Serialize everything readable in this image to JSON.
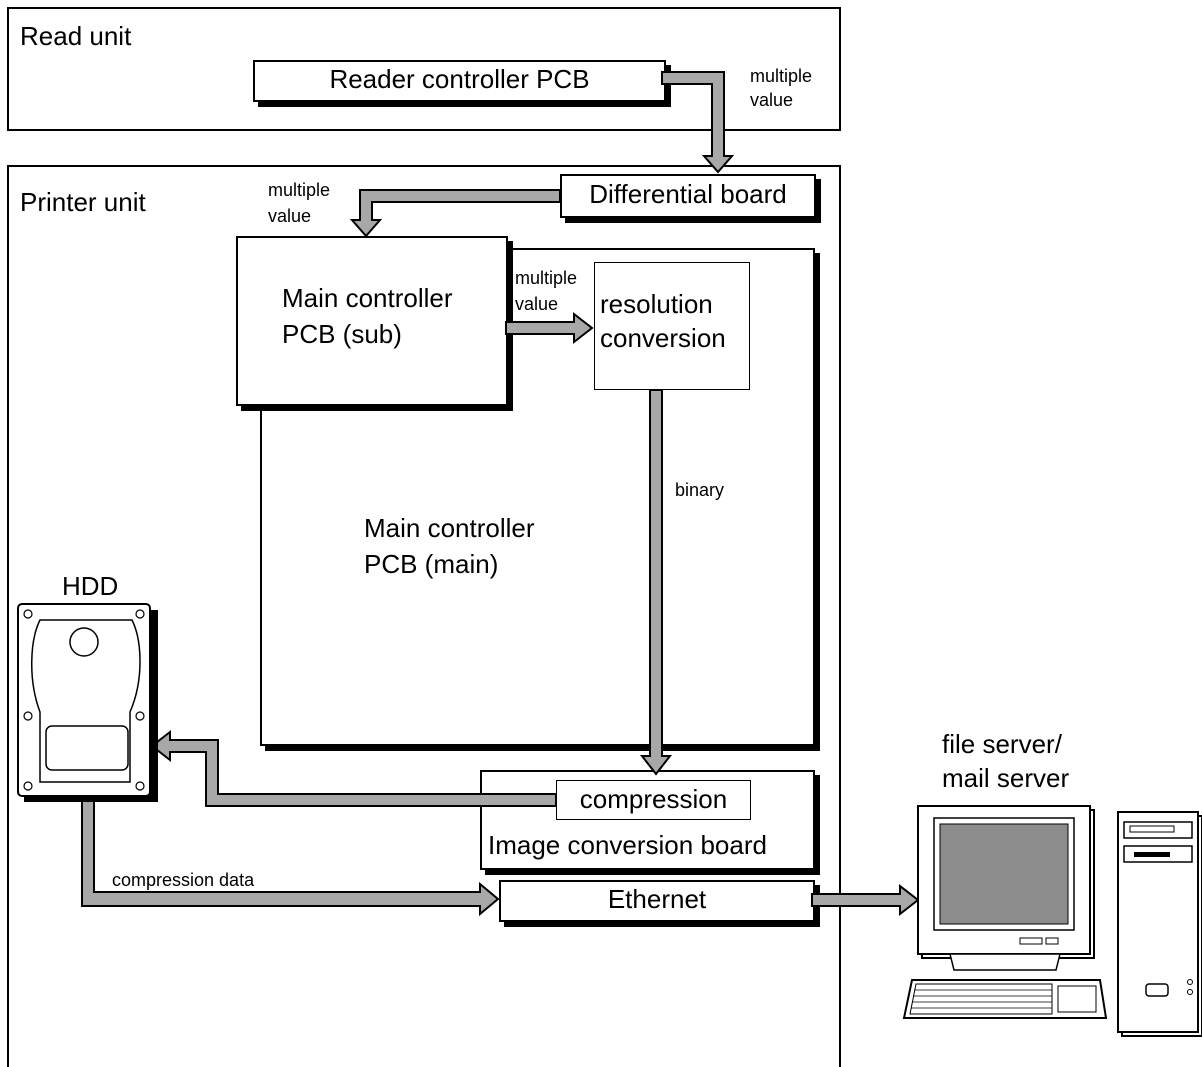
{
  "read_unit": {
    "title": "Read unit",
    "reader_controller": "Reader controller PCB",
    "signal_label": [
      "multiple",
      "value"
    ]
  },
  "printer_unit": {
    "title": "Printer unit",
    "differential_board": "Differential board",
    "signal_to_sub": [
      "multiple",
      "value"
    ],
    "main_sub": [
      "Main controller",
      "PCB (sub)"
    ],
    "signal_to_resolution": [
      "multiple",
      "value"
    ],
    "resolution": [
      "resolution",
      "conversion"
    ],
    "main_main": [
      "Main controller",
      "PCB (main)"
    ],
    "binary_label": "binary",
    "compression": "compression",
    "image_conversion_board": "Image conversion board",
    "hdd_label": "HDD",
    "compression_data_label": "compression data",
    "ethernet": "Ethernet"
  },
  "server": {
    "label": [
      "file server/",
      "mail server"
    ]
  },
  "colors": {
    "arrow_fill": "#a8a8a8",
    "line": "#000000",
    "screen": "#8c8c8c"
  }
}
